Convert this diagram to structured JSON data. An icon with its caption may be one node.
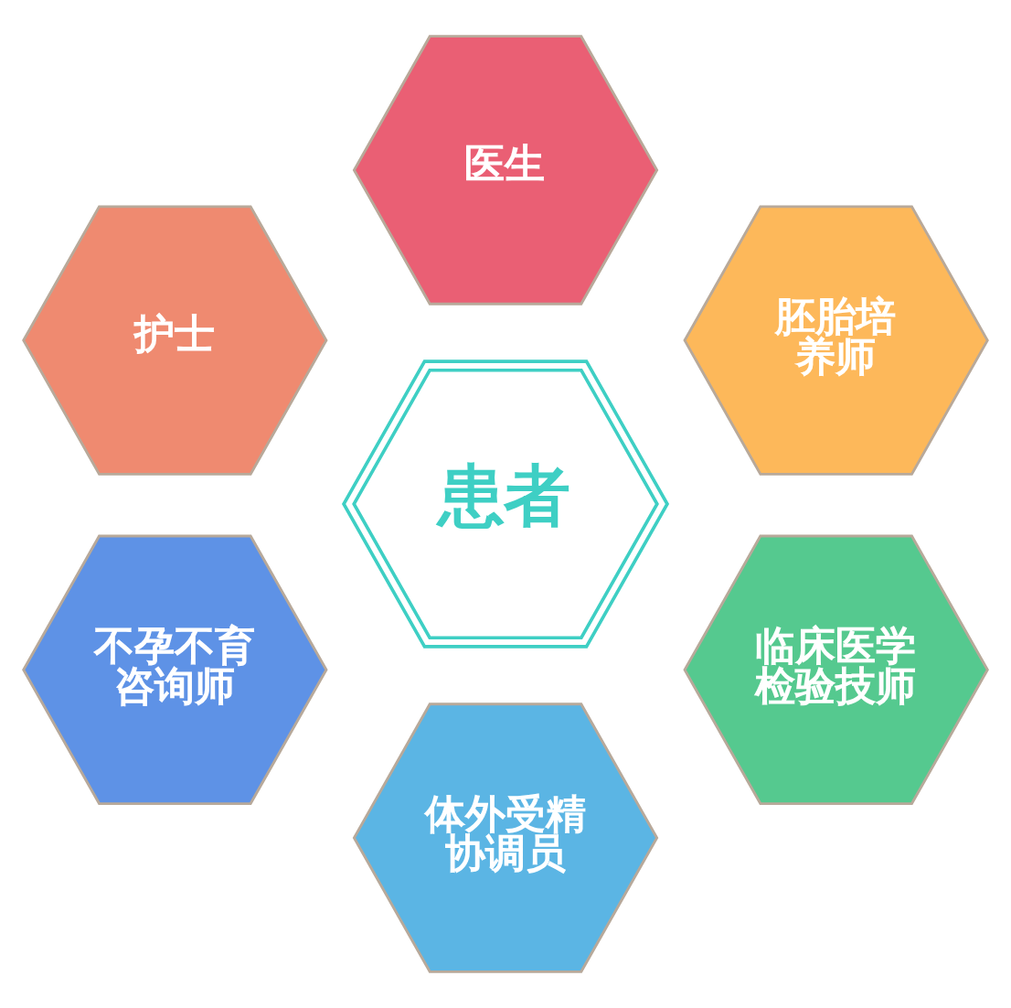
{
  "diagram": {
    "nodes": [
      {
        "text": [
          "医生"
        ]
      },
      {
        "text": [
          "护士"
        ]
      },
      {
        "text": [
          "胚胎培养师"
        ]
      },
      {
        "text": [
          "患者"
        ]
      },
      {
        "text": [
          "不孕不育咨询师"
        ]
      },
      {
        "text": [
          "临床医学检验技师"
        ]
      },
      {
        "text": [
          "体外受精协调员"
        ]
      }
    ]
  }
}
